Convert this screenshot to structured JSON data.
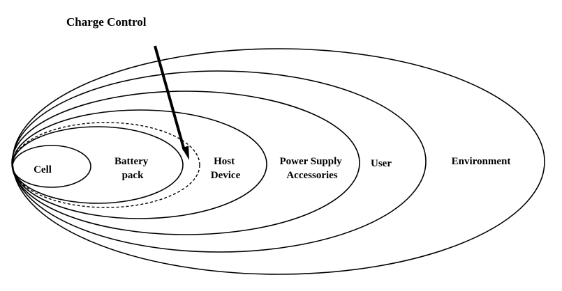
{
  "title": "Charge Control",
  "layers": [
    {
      "id": "cell",
      "lines": [
        "Cell"
      ]
    },
    {
      "id": "battery-pack",
      "lines": [
        "Battery",
        "pack"
      ]
    },
    {
      "id": "host-device",
      "lines": [
        "Host",
        "Device"
      ]
    },
    {
      "id": "power-supply-accessories",
      "lines": [
        "Power Supply",
        "Accessories"
      ]
    },
    {
      "id": "user",
      "lines": [
        "User"
      ]
    },
    {
      "id": "environment",
      "lines": [
        "Environment"
      ]
    }
  ],
  "charge_control_boundary_style": "dashed",
  "colors": {
    "stroke": "#000000",
    "background": "#ffffff"
  }
}
